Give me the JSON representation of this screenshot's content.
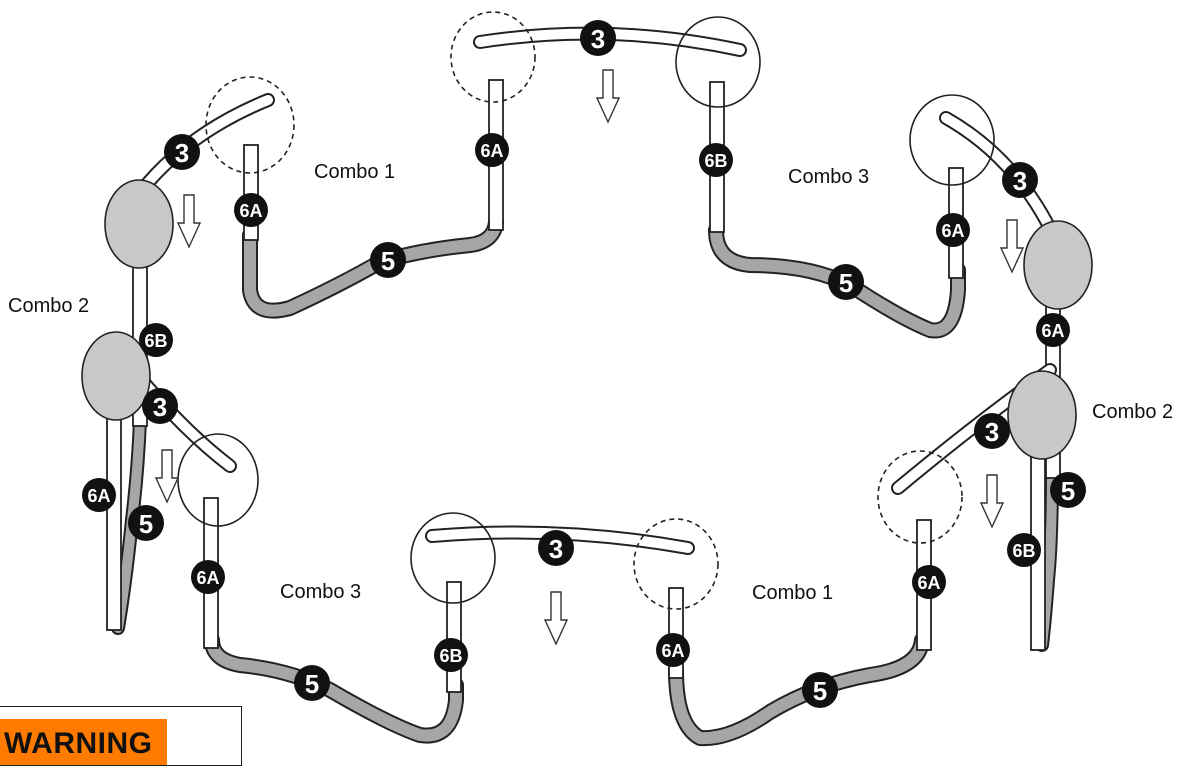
{
  "labels": {
    "combo1": "Combo 1",
    "combo2": "Combo 2",
    "combo3": "Combo 3"
  },
  "parts": {
    "top_rail": "3",
    "curved_leg": "5",
    "upright_a": "6A",
    "upright_b": "6B"
  },
  "warning": {
    "text": "WARNING"
  },
  "colors": {
    "warning_bg": "#ff7b00",
    "leg_fill": "#a6a6a6",
    "highlight_fill": "#c8c8c8"
  }
}
